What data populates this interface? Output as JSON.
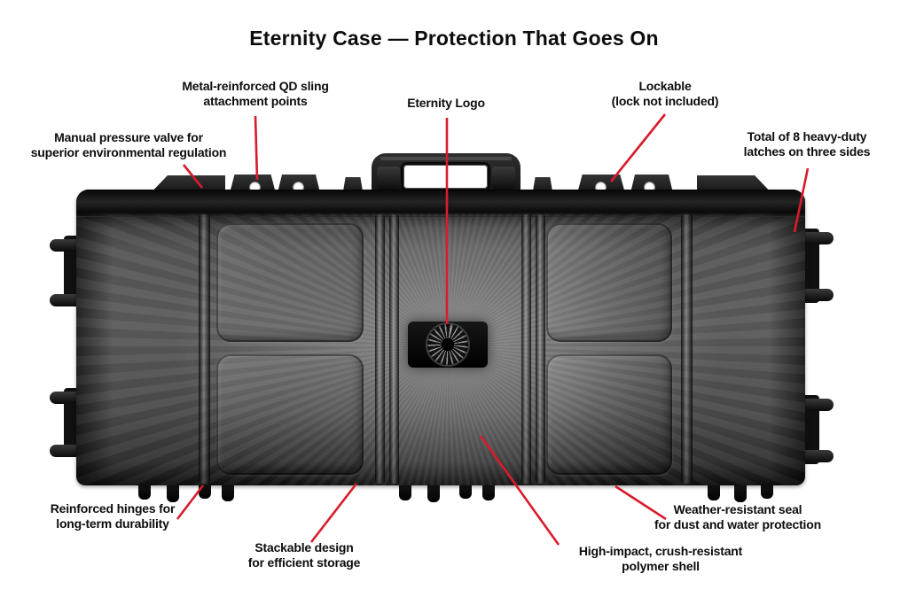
{
  "title": "Eternity Case — Protection That Goes On",
  "colors": {
    "accent": "#d91b2b",
    "text": "#0d0d0d",
    "background": "#ffffff",
    "case_body": "#4c4c4c"
  },
  "diagram": {
    "product": "Eternity Case",
    "logo_emblem": "turbine-spiral-icon",
    "callouts": [
      {
        "id": "qd-sling",
        "label": "Metal-reinforced QD sling\nattachment points"
      },
      {
        "id": "eternity-logo",
        "label": "Eternity Logo"
      },
      {
        "id": "lockable",
        "label": "Lockable\n(lock not included)"
      },
      {
        "id": "pressure-valve",
        "label": "Manual pressure valve for\nsuperior environmental regulation"
      },
      {
        "id": "latches",
        "label": "Total of 8 heavy-duty\nlatches on three sides"
      },
      {
        "id": "hinges",
        "label": "Reinforced hinges for\nlong-term durability"
      },
      {
        "id": "stackable",
        "label": "Stackable design\nfor efficient storage"
      },
      {
        "id": "weather-seal",
        "label": "Weather-resistant seal\nfor dust and water protection"
      },
      {
        "id": "polymer-shell",
        "label": "High-impact, crush-resistant\npolymer shell"
      }
    ]
  }
}
